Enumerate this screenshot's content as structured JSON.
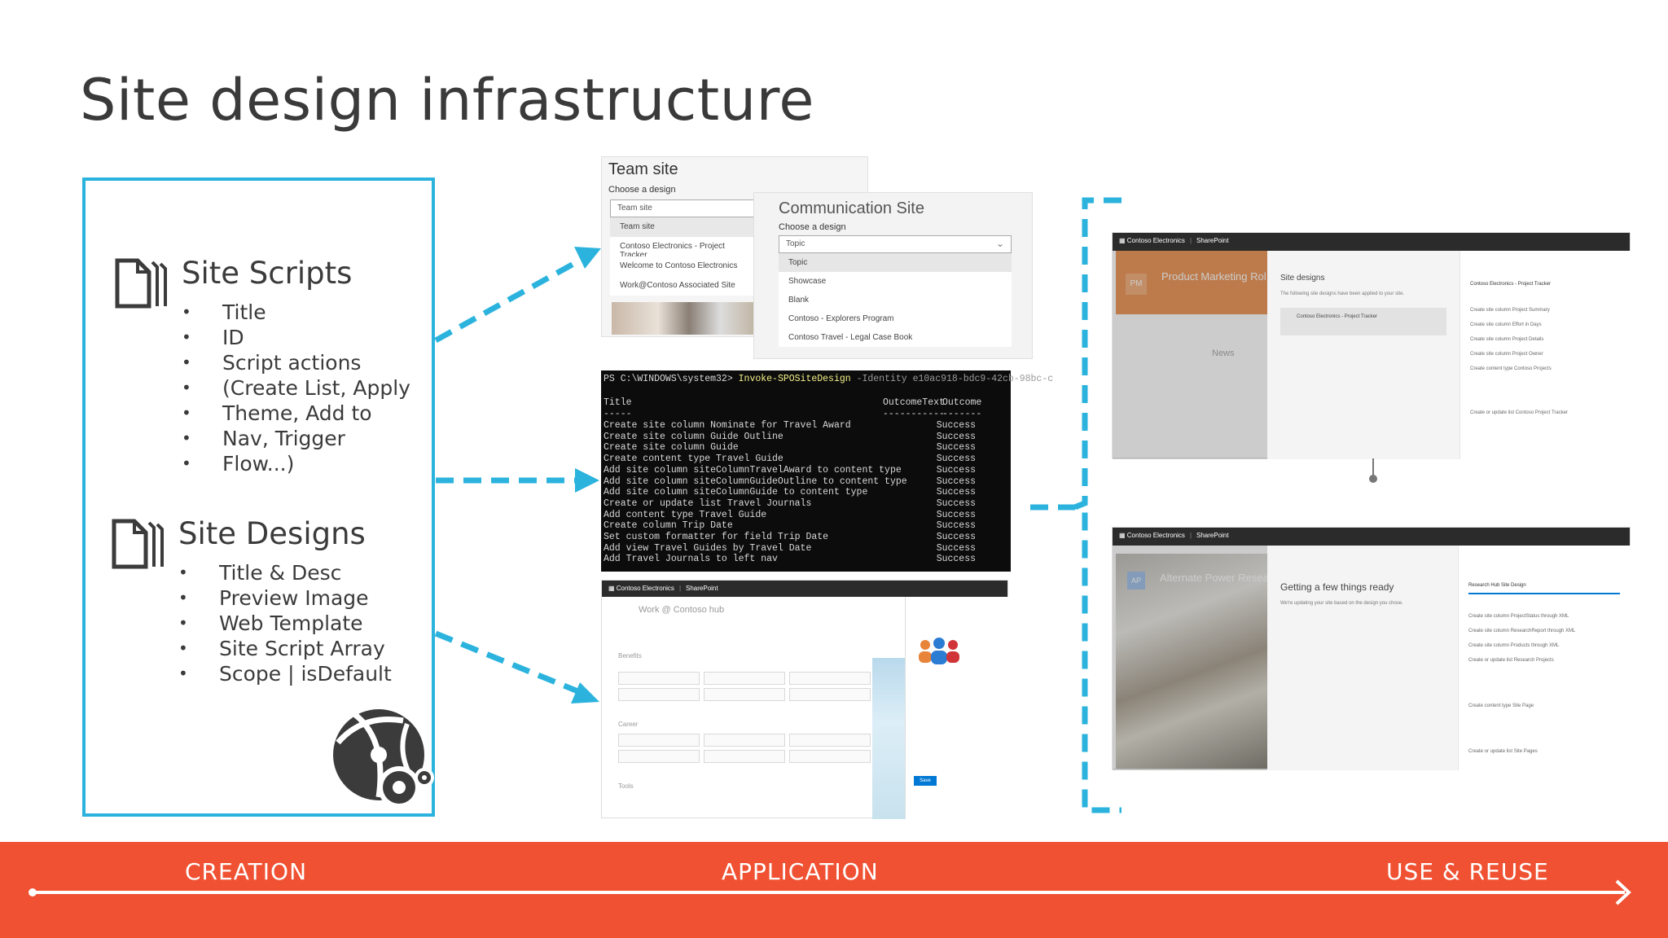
{
  "slide": {
    "title": "Site design infrastructure"
  },
  "site_scripts": {
    "title": "Site Scripts",
    "bullets": [
      "Title",
      "ID",
      "Script actions",
      "(Create List, Apply",
      "Theme, Add to",
      "Nav, Trigger",
      "Flow...)"
    ]
  },
  "site_designs": {
    "title": "Site Designs",
    "bullets": [
      "Title & Desc",
      "Preview Image",
      "Web Template",
      "Site Script Array",
      "Scope | isDefault"
    ]
  },
  "team_site": {
    "title": "Team site",
    "choose_label": "Choose a design",
    "selected": "Team site",
    "options": [
      "Team site",
      "Contoso Electronics - Project Tracker",
      "Welcome to Contoso Electronics",
      "Work@Contoso Associated Site"
    ]
  },
  "comm_site": {
    "title": "Communication Site",
    "choose_label": "Choose a design",
    "selected": "Topic",
    "options": [
      "Topic",
      "Showcase",
      "Blank",
      "Contoso - Explorers Program",
      "Contoso Travel - Legal Case Book"
    ]
  },
  "terminal": {
    "prompt": "PS C:\\WINDOWS\\system32>",
    "command": "Invoke-SPOSiteDesign",
    "args": "-Identity e10ac918-bdc9-42cb-98bc-c",
    "header": {
      "title": "Title",
      "outcome_text": "OutcomeText",
      "outcome": "Outcome"
    },
    "rows": [
      "Create site column Nominate for Travel Award",
      "Create site column Guide Outline",
      "Create site column Guide",
      "Create content type Travel Guide",
      "Add site column siteColumnTravelAward to content type",
      "Add site column siteColumnGuideOutline to content type",
      "Add site column siteColumnGuide to content type",
      "Create or update list Travel Journals",
      "Add content type Travel Guide",
      "Create column Trip Date",
      "Set custom formatter for field Trip Date",
      "Add view Travel Guides by Travel Date",
      "Add Travel Journals to left nav"
    ],
    "row_outcome": "Success"
  },
  "hub_site": {
    "brand": "Contoso Electronics",
    "app": "SharePoint",
    "site_name": "Work @ Contoso hub",
    "sections": [
      "Benefits",
      "Career",
      "Tools"
    ],
    "save_label": "Save"
  },
  "use_screen_1": {
    "brand": "Contoso Electronics",
    "app": "SharePoint",
    "site_initials": "PM",
    "site_name": "Product Marketing Rol",
    "dialog_title": "Site designs",
    "dialog_text": "The following site designs have been applied to your site.",
    "applied_item": "Contoso Electronics - Project Tracker",
    "panel_title": "Contoso Electronics - Project Tracker",
    "panel_lines": [
      "Create site column Project Summary",
      "Create site column Effort in Days",
      "Create site column Project Details",
      "Create site column Project Owner",
      "Create content type Contoso Projects",
      "Create or update list Contoso Project Tracker"
    ],
    "news_label": "News"
  },
  "use_screen_2": {
    "brand": "Contoso Electronics",
    "app": "SharePoint",
    "site_initials": "AP",
    "site_name": "Alternate Power Resea",
    "dialog_title": "Getting a few things ready",
    "dialog_text": "We're updating your site based on the design you chose.",
    "panel_title": "Research Hub Site Design",
    "panel_lines": [
      "Create site column ProjectStatus through XML",
      "Create site column ResearchReport through XML",
      "Create site column Products through XML",
      "Create or update list Research Projects",
      "Create content type Site Page",
      "Create or update list Site Pages"
    ]
  },
  "banner": {
    "stages": [
      "CREATION",
      "APPLICATION",
      "USE & REUSE"
    ],
    "color": "#f05132"
  },
  "colors": {
    "accent_cyan": "#2bb3dd",
    "banner": "#f05132",
    "terminal_bg": "#0c0c0c"
  }
}
